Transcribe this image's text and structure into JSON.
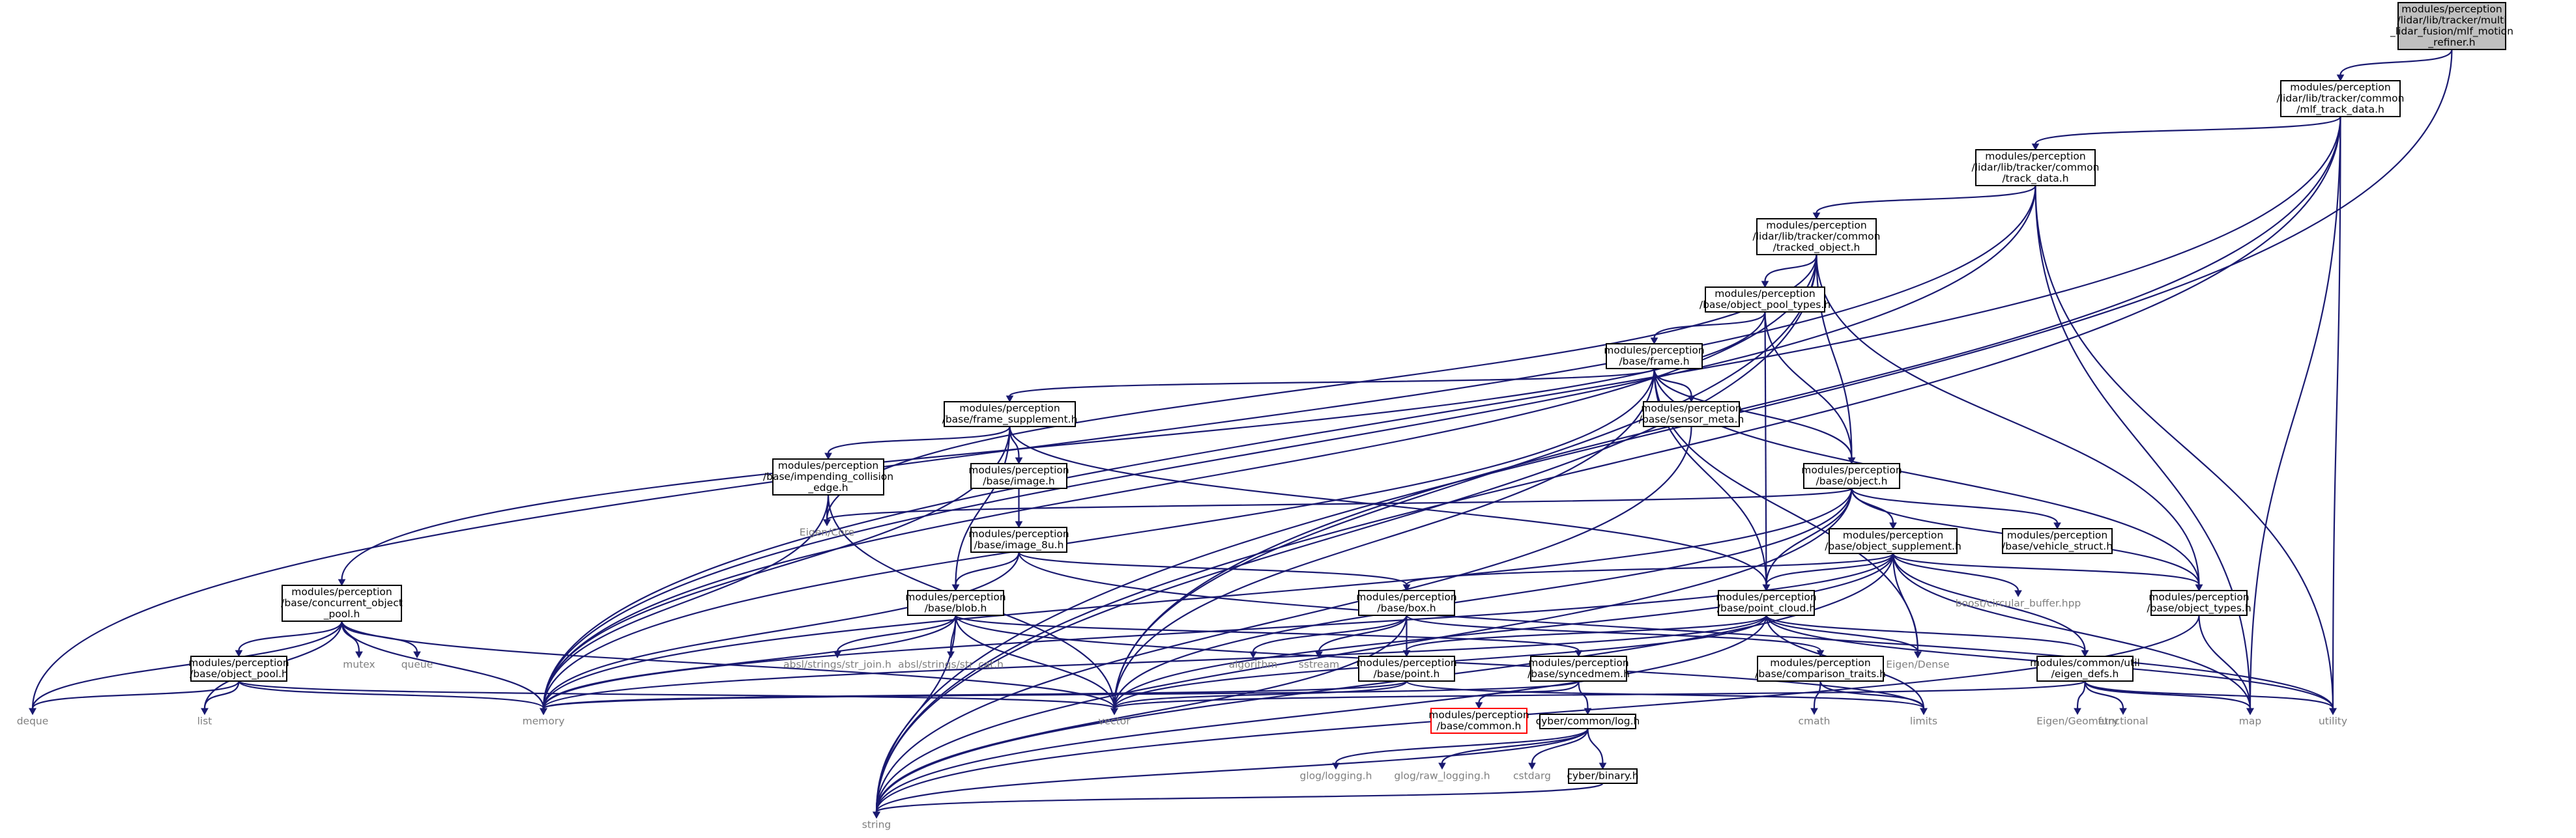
{
  "graph": {
    "title": "",
    "colors": {
      "edge": "#191970",
      "root_fill": "#bfbfbf",
      "external_text": "#7f7f7f",
      "missing_border": "#ff0000"
    },
    "nodes": [
      {
        "id": "root",
        "kind": "root",
        "lines": [
          "modules/perception",
          "/lidar/lib/tracker/multi",
          "_lidar_fusion/mlf_motion",
          "_refiner.h"
        ]
      },
      {
        "id": "mlf_track_data",
        "kind": "file",
        "lines": [
          "modules/perception",
          "/lidar/lib/tracker/common",
          "/mlf_track_data.h"
        ]
      },
      {
        "id": "track_data",
        "kind": "file",
        "lines": [
          "modules/perception",
          "/lidar/lib/tracker/common",
          "/track_data.h"
        ]
      },
      {
        "id": "tracked_object",
        "kind": "file",
        "lines": [
          "modules/perception",
          "/lidar/lib/tracker/common",
          "/tracked_object.h"
        ]
      },
      {
        "id": "object_pool_types",
        "kind": "file",
        "lines": [
          "modules/perception",
          "/base/object_pool_types.h"
        ]
      },
      {
        "id": "frame",
        "kind": "file",
        "lines": [
          "modules/perception",
          "/base/frame.h"
        ]
      },
      {
        "id": "frame_supplement",
        "kind": "file",
        "lines": [
          "modules/perception",
          "/base/frame_supplement.h"
        ]
      },
      {
        "id": "sensor_meta",
        "kind": "file",
        "lines": [
          "modules/perception",
          "/base/sensor_meta.h"
        ]
      },
      {
        "id": "object_h",
        "kind": "file",
        "lines": [
          "modules/perception",
          "/base/object.h"
        ]
      },
      {
        "id": "impending",
        "kind": "file",
        "lines": [
          "modules/perception",
          "/base/impending_collision",
          "_edge.h"
        ]
      },
      {
        "id": "image_h",
        "kind": "file",
        "lines": [
          "modules/perception",
          "/base/image.h"
        ]
      },
      {
        "id": "eigen_core",
        "kind": "ext",
        "lines": [
          "Eigen/Core"
        ]
      },
      {
        "id": "image_8u",
        "kind": "file",
        "lines": [
          "modules/perception",
          "/base/image_8u.h"
        ]
      },
      {
        "id": "object_supplement",
        "kind": "file",
        "lines": [
          "modules/perception",
          "/base/object_supplement.h"
        ]
      },
      {
        "id": "vehicle_struct",
        "kind": "file",
        "lines": [
          "modules/perception",
          "/base/vehicle_struct.h"
        ]
      },
      {
        "id": "concurrent_pool",
        "kind": "file",
        "lines": [
          "modules/perception",
          "/base/concurrent_object",
          "_pool.h"
        ]
      },
      {
        "id": "blob_h",
        "kind": "file",
        "lines": [
          "modules/perception",
          "/base/blob.h"
        ]
      },
      {
        "id": "box_h",
        "kind": "file",
        "lines": [
          "modules/perception",
          "/base/box.h"
        ]
      },
      {
        "id": "point_cloud",
        "kind": "file",
        "lines": [
          "modules/perception",
          "/base/point_cloud.h"
        ]
      },
      {
        "id": "circular_buffer",
        "kind": "ext",
        "lines": [
          "boost/circular_buffer.hpp"
        ]
      },
      {
        "id": "object_types",
        "kind": "file",
        "lines": [
          "modules/perception",
          "/base/object_types.h"
        ]
      },
      {
        "id": "mutex",
        "kind": "ext",
        "lines": [
          "mutex"
        ]
      },
      {
        "id": "queue",
        "kind": "ext",
        "lines": [
          "queue"
        ]
      },
      {
        "id": "object_pool",
        "kind": "file",
        "lines": [
          "modules/perception",
          "/base/object_pool.h"
        ]
      },
      {
        "id": "str_join",
        "kind": "ext",
        "lines": [
          "absl/strings/str_join.h"
        ]
      },
      {
        "id": "str_cat",
        "kind": "ext",
        "lines": [
          "absl/strings/str_cat.h"
        ]
      },
      {
        "id": "algorithm",
        "kind": "ext",
        "lines": [
          "algorithm"
        ]
      },
      {
        "id": "sstream",
        "kind": "ext",
        "lines": [
          "sstream"
        ]
      },
      {
        "id": "point_h",
        "kind": "file",
        "lines": [
          "modules/perception",
          "/base/point.h"
        ]
      },
      {
        "id": "syncedmem",
        "kind": "file",
        "lines": [
          "modules/perception",
          "/base/syncedmem.h"
        ]
      },
      {
        "id": "comparison_traits",
        "kind": "file",
        "lines": [
          "modules/perception",
          "/base/comparison_traits.h"
        ]
      },
      {
        "id": "eigen_dense",
        "kind": "ext",
        "lines": [
          "Eigen/Dense"
        ]
      },
      {
        "id": "eigen_defs",
        "kind": "file",
        "lines": [
          "modules/common/util",
          "/eigen_defs.h"
        ]
      },
      {
        "id": "deque",
        "kind": "ext",
        "lines": [
          "deque"
        ]
      },
      {
        "id": "list",
        "kind": "ext",
        "lines": [
          "list"
        ]
      },
      {
        "id": "memory",
        "kind": "ext",
        "lines": [
          "memory"
        ]
      },
      {
        "id": "vector",
        "kind": "ext",
        "lines": [
          "vector"
        ]
      },
      {
        "id": "limits",
        "kind": "ext",
        "lines": [
          "limits"
        ]
      },
      {
        "id": "cmath",
        "kind": "ext",
        "lines": [
          "cmath"
        ]
      },
      {
        "id": "common_h",
        "kind": "missing",
        "lines": [
          "modules/perception",
          "/base/common.h"
        ]
      },
      {
        "id": "cyber_log",
        "kind": "file",
        "lines": [
          "cyber/common/log.h"
        ]
      },
      {
        "id": "eigen_geometry",
        "kind": "ext",
        "lines": [
          "Eigen/Geometry"
        ]
      },
      {
        "id": "functional",
        "kind": "ext",
        "lines": [
          "functional"
        ]
      },
      {
        "id": "map",
        "kind": "ext",
        "lines": [
          "map"
        ]
      },
      {
        "id": "utility",
        "kind": "ext",
        "lines": [
          "utility"
        ]
      },
      {
        "id": "glog_logging",
        "kind": "ext",
        "lines": [
          "glog/logging.h"
        ]
      },
      {
        "id": "glog_raw",
        "kind": "ext",
        "lines": [
          "glog/raw_logging.h"
        ]
      },
      {
        "id": "cstdarg",
        "kind": "ext",
        "lines": [
          "cstdarg"
        ]
      },
      {
        "id": "cyber_binary",
        "kind": "file",
        "lines": [
          "cyber/binary.h"
        ]
      },
      {
        "id": "string",
        "kind": "ext",
        "lines": [
          "string"
        ]
      }
    ],
    "edges": [
      [
        "root",
        "mlf_track_data"
      ],
      [
        "root",
        "string"
      ],
      [
        "mlf_track_data",
        "track_data"
      ],
      [
        "mlf_track_data",
        "memory"
      ],
      [
        "mlf_track_data",
        "vector"
      ],
      [
        "mlf_track_data",
        "map"
      ],
      [
        "mlf_track_data",
        "utility"
      ],
      [
        "mlf_track_data",
        "string"
      ],
      [
        "track_data",
        "tracked_object"
      ],
      [
        "track_data",
        "deque"
      ],
      [
        "track_data",
        "memory"
      ],
      [
        "track_data",
        "map"
      ],
      [
        "track_data",
        "utility"
      ],
      [
        "tracked_object",
        "object_pool_types"
      ],
      [
        "tracked_object",
        "object_h"
      ],
      [
        "tracked_object",
        "object_types"
      ],
      [
        "tracked_object",
        "eigen_core"
      ],
      [
        "tracked_object",
        "memory"
      ],
      [
        "tracked_object",
        "vector"
      ],
      [
        "tracked_object",
        "string"
      ],
      [
        "object_pool_types",
        "frame"
      ],
      [
        "object_pool_types",
        "concurrent_pool"
      ],
      [
        "object_pool_types",
        "object_h"
      ],
      [
        "object_pool_types",
        "point_cloud"
      ],
      [
        "frame",
        "frame_supplement"
      ],
      [
        "frame",
        "sensor_meta"
      ],
      [
        "frame",
        "object_h"
      ],
      [
        "frame",
        "point_cloud"
      ],
      [
        "frame",
        "object_types"
      ],
      [
        "frame",
        "memory"
      ],
      [
        "frame",
        "vector"
      ],
      [
        "frame",
        "eigen_dense"
      ],
      [
        "frame_supplement",
        "impending"
      ],
      [
        "frame_supplement",
        "image_h"
      ],
      [
        "frame_supplement",
        "blob_h"
      ],
      [
        "frame_supplement",
        "point_cloud"
      ],
      [
        "frame_supplement",
        "memory"
      ],
      [
        "sensor_meta",
        "string"
      ],
      [
        "object_h",
        "object_supplement"
      ],
      [
        "object_h",
        "vehicle_struct"
      ],
      [
        "object_h",
        "object_types"
      ],
      [
        "object_h",
        "point_cloud"
      ],
      [
        "object_h",
        "eigen_core"
      ],
      [
        "object_h",
        "memory"
      ],
      [
        "object_h",
        "vector"
      ],
      [
        "object_h",
        "string"
      ],
      [
        "impending",
        "eigen_core"
      ],
      [
        "impending",
        "memory"
      ],
      [
        "impending",
        "vector"
      ],
      [
        "image_h",
        "image_8u"
      ],
      [
        "image_8u",
        "blob_h"
      ],
      [
        "image_8u",
        "box_h"
      ],
      [
        "image_8u",
        "memory"
      ],
      [
        "image_8u",
        "utility"
      ],
      [
        "object_supplement",
        "box_h"
      ],
      [
        "object_supplement",
        "point_cloud"
      ],
      [
        "object_supplement",
        "circular_buffer"
      ],
      [
        "object_supplement",
        "object_types"
      ],
      [
        "object_supplement",
        "eigen_defs"
      ],
      [
        "object_supplement",
        "memory"
      ],
      [
        "object_supplement",
        "vector"
      ],
      [
        "object_supplement",
        "map"
      ],
      [
        "object_supplement",
        "string"
      ],
      [
        "object_supplement",
        "eigen_dense"
      ],
      [
        "concurrent_pool",
        "object_pool"
      ],
      [
        "concurrent_pool",
        "mutex"
      ],
      [
        "concurrent_pool",
        "queue"
      ],
      [
        "concurrent_pool",
        "deque"
      ],
      [
        "concurrent_pool",
        "list"
      ],
      [
        "concurrent_pool",
        "memory"
      ],
      [
        "concurrent_pool",
        "vector"
      ],
      [
        "blob_h",
        "syncedmem"
      ],
      [
        "blob_h",
        "str_join"
      ],
      [
        "blob_h",
        "str_cat"
      ],
      [
        "blob_h",
        "memory"
      ],
      [
        "blob_h",
        "vector"
      ],
      [
        "blob_h",
        "string"
      ],
      [
        "blob_h",
        "limits"
      ],
      [
        "box_h",
        "point_h"
      ],
      [
        "box_h",
        "comparison_traits"
      ],
      [
        "box_h",
        "algorithm"
      ],
      [
        "box_h",
        "sstream"
      ],
      [
        "box_h",
        "string"
      ],
      [
        "point_cloud",
        "point_h"
      ],
      [
        "point_cloud",
        "eigen_defs"
      ],
      [
        "point_cloud",
        "eigen_dense"
      ],
      [
        "point_cloud",
        "memory"
      ],
      [
        "point_cloud",
        "vector"
      ],
      [
        "point_cloud",
        "limits"
      ],
      [
        "point_cloud",
        "string"
      ],
      [
        "point_cloud",
        "utility"
      ],
      [
        "object_types",
        "map"
      ],
      [
        "object_types",
        "string"
      ],
      [
        "object_pool",
        "deque"
      ],
      [
        "object_pool",
        "list"
      ],
      [
        "object_pool",
        "memory"
      ],
      [
        "object_pool",
        "vector"
      ],
      [
        "point_h",
        "memory"
      ],
      [
        "point_h",
        "vector"
      ],
      [
        "point_h",
        "limits"
      ],
      [
        "syncedmem",
        "common_h"
      ],
      [
        "syncedmem",
        "cyber_log"
      ],
      [
        "syncedmem",
        "memory"
      ],
      [
        "comparison_traits",
        "cmath"
      ],
      [
        "comparison_traits",
        "limits"
      ],
      [
        "eigen_defs",
        "eigen_geometry"
      ],
      [
        "eigen_defs",
        "functional"
      ],
      [
        "eigen_defs",
        "map"
      ],
      [
        "eigen_defs",
        "vector"
      ],
      [
        "eigen_defs",
        "utility"
      ],
      [
        "cyber_log",
        "glog_logging"
      ],
      [
        "cyber_log",
        "glog_raw"
      ],
      [
        "cyber_log",
        "cstdarg"
      ],
      [
        "cyber_log",
        "cyber_binary"
      ],
      [
        "cyber_log",
        "string"
      ],
      [
        "cyber_binary",
        "string"
      ]
    ]
  }
}
